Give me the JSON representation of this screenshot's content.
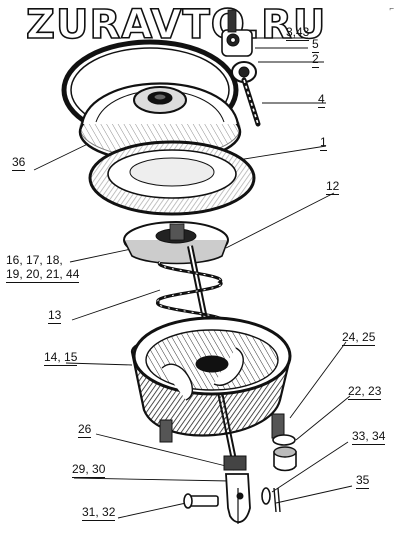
{
  "watermark": "ZURAVTO.RU",
  "callouts": {
    "c343": "3,43",
    "c5": "5",
    "c2": "2",
    "c4": "4",
    "c1": "1",
    "c36": "36",
    "c12": "12",
    "c16_18": "16, 17, 18,",
    "c19_44": "19, 20, 21, 44",
    "c13": "13",
    "c1415": "14, 15",
    "c2425": "24, 25",
    "c2223": "22, 23",
    "c26": "26",
    "c3334": "33, 34",
    "c2930": "29, 30",
    "c35": "35",
    "c3132": "31, 32"
  },
  "colors": {
    "ink": "#111111",
    "paper": "#ffffff",
    "shade": "#444444"
  }
}
